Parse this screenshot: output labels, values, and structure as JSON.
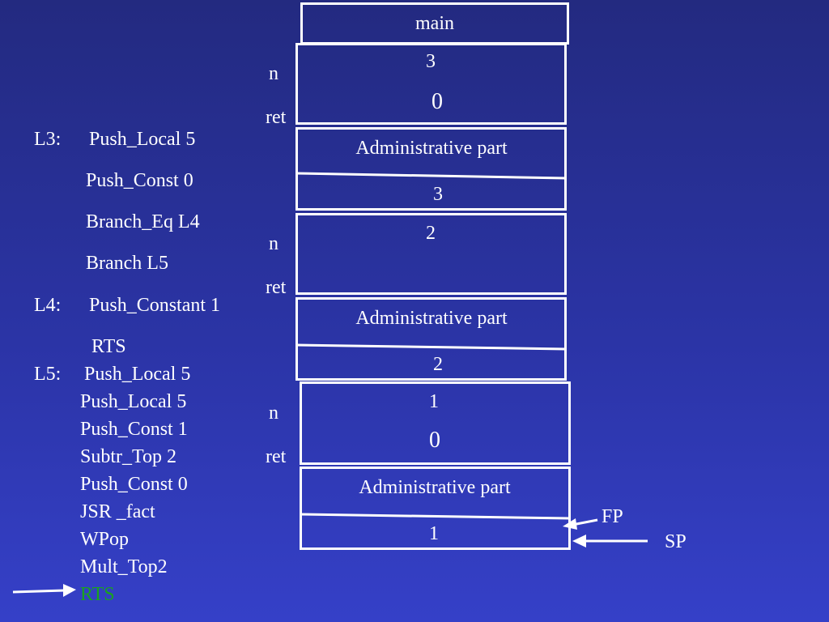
{
  "code": {
    "lines": [
      {
        "label": "L3:",
        "text": "Push_Local  5"
      },
      {
        "label": "",
        "text": "Push_Const  0"
      },
      {
        "label": "",
        "text": "Branch_Eq L4"
      },
      {
        "label": "",
        "text": "Branch L5"
      },
      {
        "label": "L4:",
        "text": "Push_Constant  1"
      },
      {
        "label": "",
        "text": "RTS"
      },
      {
        "label": "L5:",
        "text": "Push_Local 5"
      },
      {
        "label": "",
        "text": "Push_Local 5"
      },
      {
        "label": "",
        "text": "Push_Const 1"
      },
      {
        "label": "",
        "text": "Subtr_Top 2"
      },
      {
        "label": "",
        "text": "Push_Const 0"
      },
      {
        "label": "",
        "text": "JSR _fact"
      },
      {
        "label": "",
        "text": "WPop"
      },
      {
        "label": "",
        "text": "Mult_Top2"
      },
      {
        "label": "",
        "text": "RTS"
      }
    ],
    "current_color": "#19a31f"
  },
  "stack": {
    "main_label": "main",
    "frames": [
      {
        "n_label": "n",
        "ret_label": "ret",
        "n_value": "3",
        "ret_value": "0",
        "admin_label": "Administrative part",
        "admin_value": "3"
      },
      {
        "n_label": "n",
        "ret_label": "ret",
        "n_value": "2",
        "ret_value": "",
        "admin_label": "Administrative part",
        "admin_value": "2"
      },
      {
        "n_label": "n",
        "ret_label": "ret",
        "n_value": "1",
        "ret_value": "0",
        "admin_label": "Administrative part",
        "admin_value": "1"
      }
    ]
  },
  "pointers": {
    "fp_label": "FP",
    "sp_label": "SP"
  }
}
